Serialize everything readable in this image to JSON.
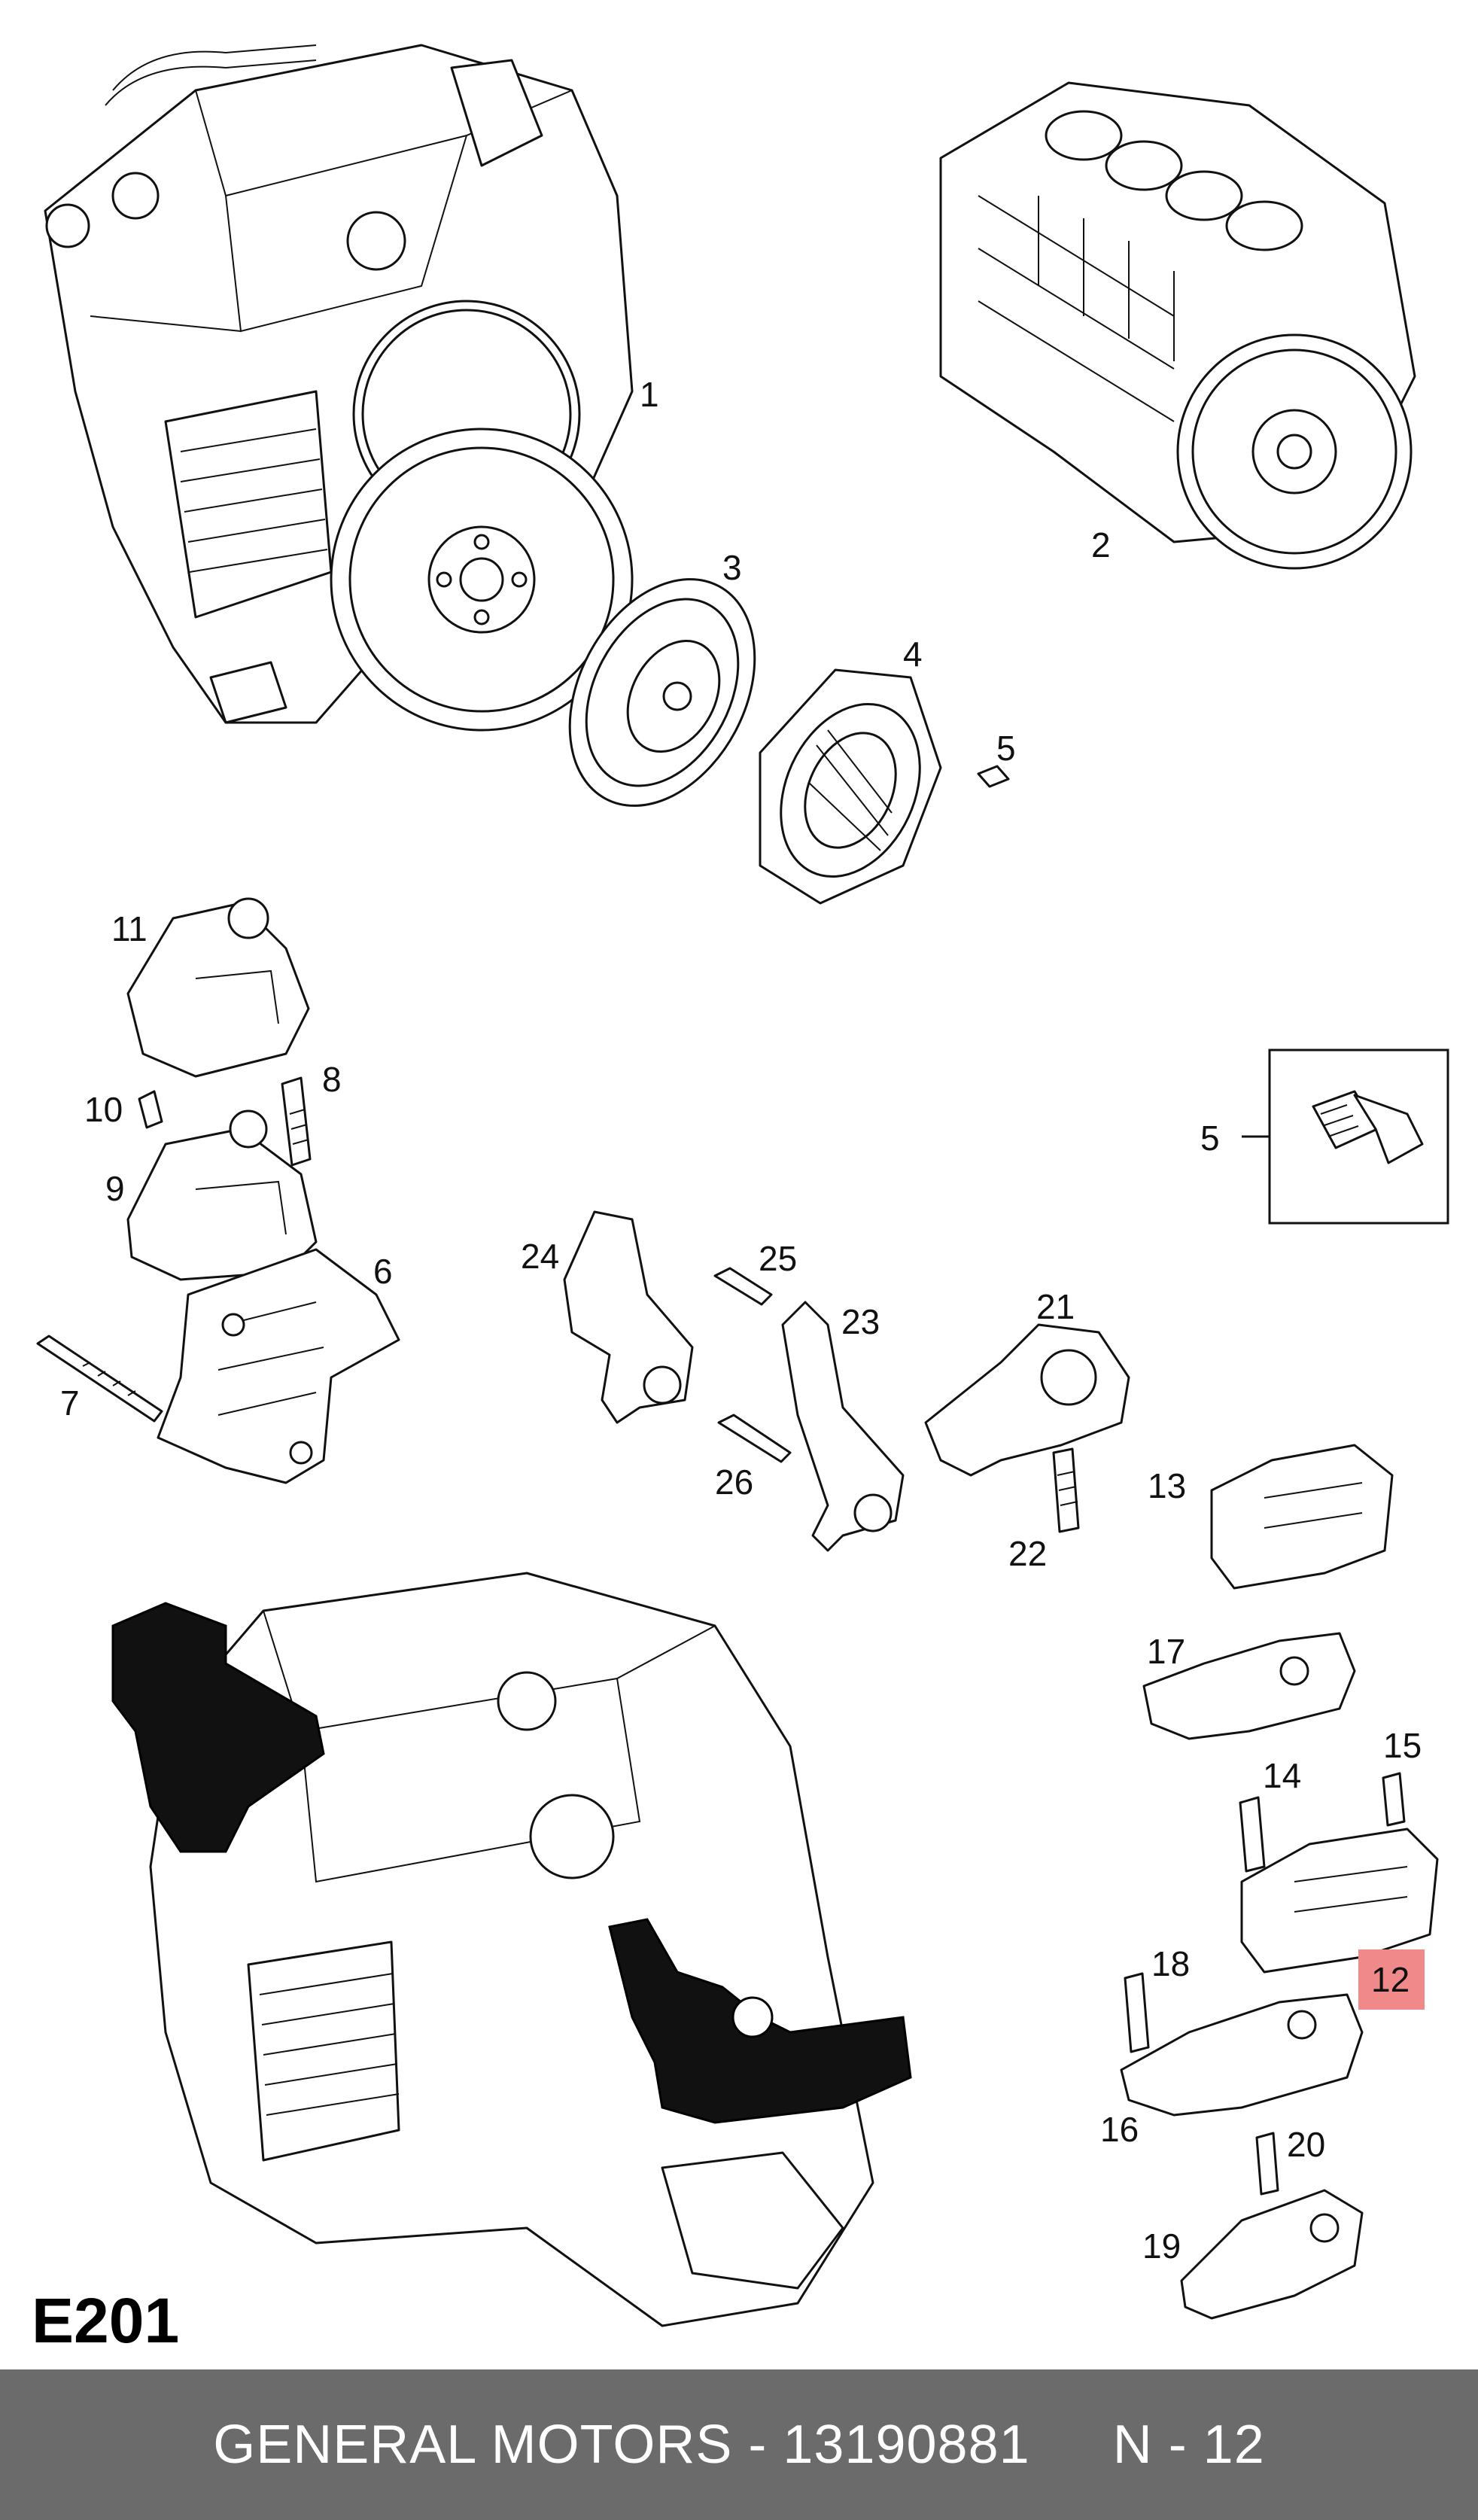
{
  "diagram": {
    "code": "E201",
    "highlight_color": "#f08a8a",
    "callouts": {
      "c1": "1",
      "c2": "2",
      "c3": "3",
      "c4": "4",
      "c5": "5",
      "c5b": "5",
      "c6": "6",
      "c7": "7",
      "c8": "8",
      "c9": "9",
      "c10": "10",
      "c11": "11",
      "c12": "12",
      "c13": "13",
      "c14": "14",
      "c15": "15",
      "c16": "16",
      "c17": "17",
      "c18": "18",
      "c19": "19",
      "c20": "20",
      "c21": "21",
      "c22": "22",
      "c23": "23",
      "c24": "24",
      "c25": "25",
      "c26": "26"
    }
  },
  "footer": {
    "brand_part": "GENERAL MOTORS - 13190881",
    "ref": "N - 12",
    "background": "#6b6b6b"
  }
}
